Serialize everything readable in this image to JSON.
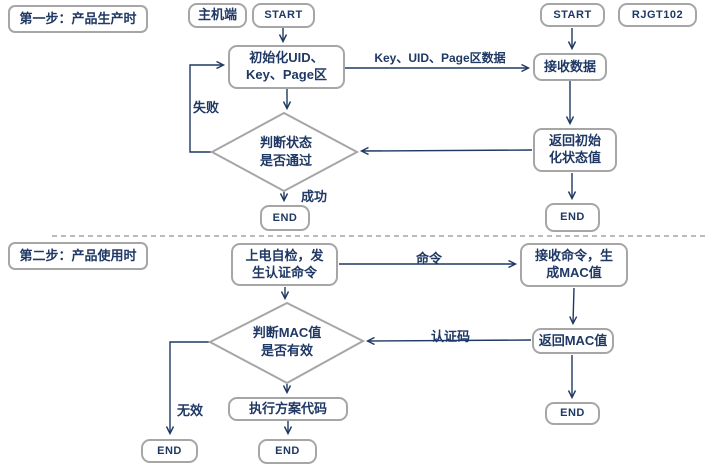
{
  "colors": {
    "ink": "#1F3864",
    "border_gray": "#A6A6A6",
    "background": "#FFFFFF"
  },
  "section1": {
    "title": "第一步：产品生产时",
    "nodes": {
      "host": "主机端",
      "host_start": "START",
      "chip_start": "START",
      "chip": "RJGT102",
      "init": "初始化UID、\nKey、Page区",
      "receive_data": "接收数据",
      "decision": "判断状态\n是否通过",
      "return_status": "返回初始\n化状态值",
      "end_host": "END",
      "end_chip": "END"
    },
    "edge_labels": {
      "data": "Key、UID、Page区数据",
      "fail": "失败",
      "success": "成功"
    }
  },
  "section2": {
    "title": "第二步：产品使用时",
    "nodes": {
      "self_check": "上电自检，发\n生认证命令",
      "receive_cmd": "接收命令，生\n成MAC值",
      "decision": "判断MAC值\n是否有效",
      "return_mac": "返回MAC值",
      "exec_code": "执行方案代码",
      "end_invalid": "END",
      "end_exec": "END",
      "end_chip": "END"
    },
    "edge_labels": {
      "command": "命令",
      "auth_code": "认证码",
      "invalid": "无效"
    }
  }
}
